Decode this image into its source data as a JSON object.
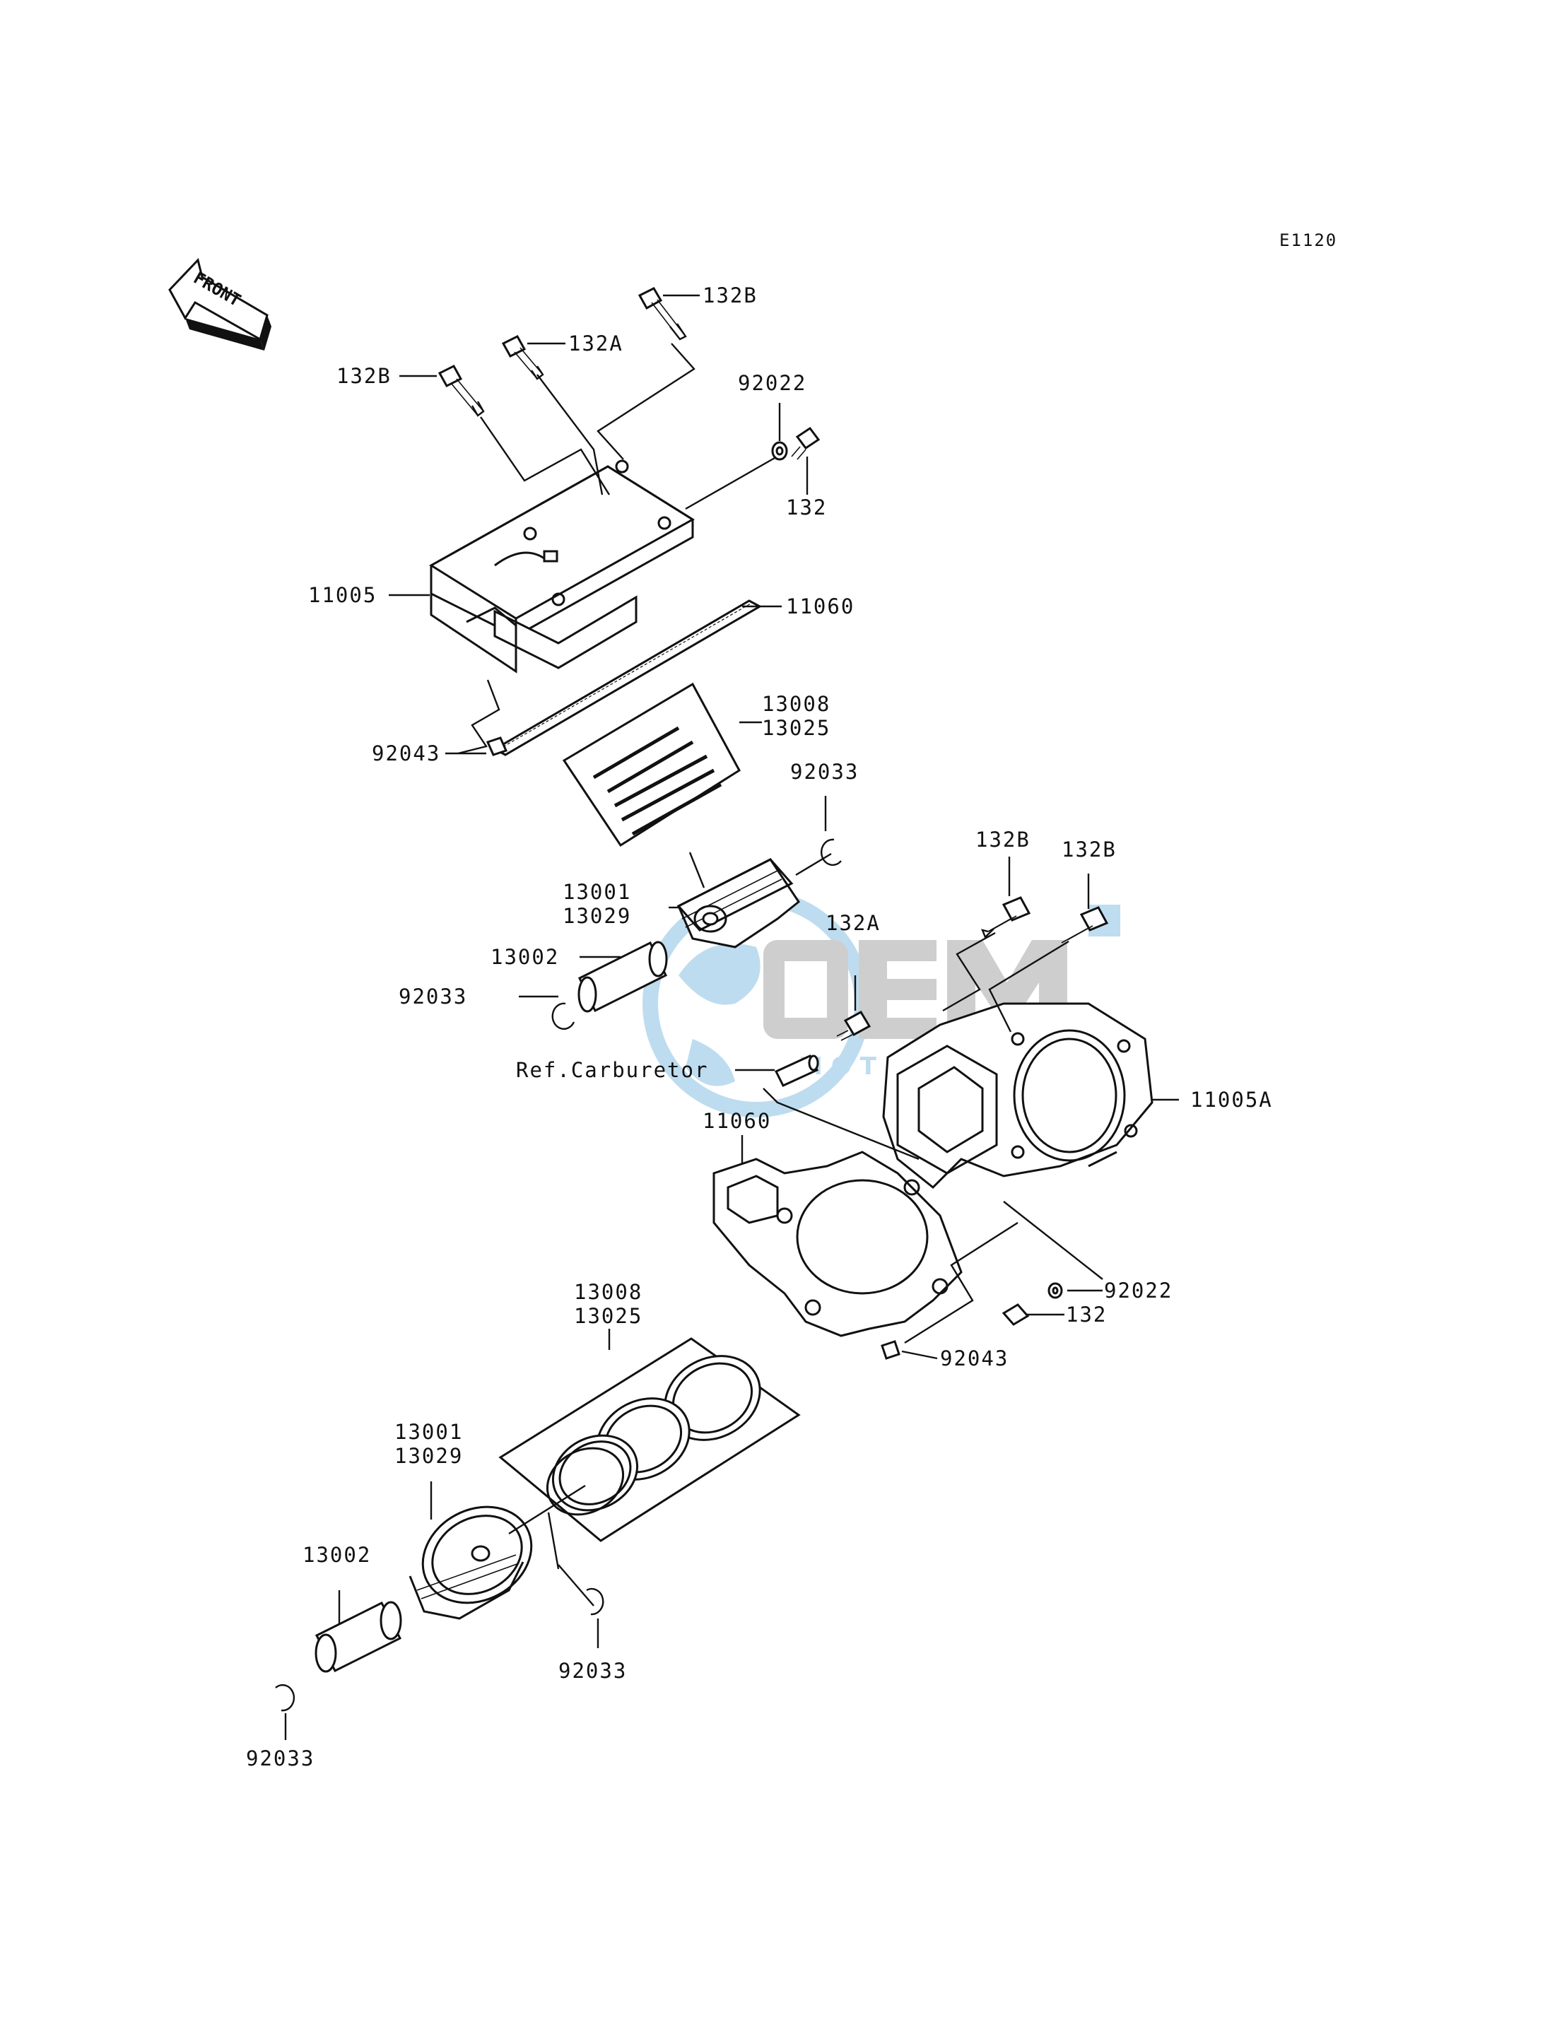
{
  "diagram_code": "E1120",
  "front_arrow_text": "FRONT",
  "watermark": {
    "brand": "OEM",
    "sub": "MOTORPARTS",
    "color_gray": "#c9c9c9",
    "color_blue": "#b7d9ee"
  },
  "labels": {
    "l132B_top": "132B",
    "l132A_top": "132A",
    "l132B_left": "132B",
    "l92022_top": "92022",
    "l132_top": "132",
    "l11005": "11005",
    "l11060_top": "11060",
    "l13008_top": "13008",
    "l13025_top": "13025",
    "l92043_top": "92043",
    "l92033_upper_right": "92033",
    "l13001_top": "13001",
    "l13029_top": "13029",
    "l13002_top": "13002",
    "l92033_upper_left": "92033",
    "l132B_mid1": "132B",
    "l132B_mid2": "132B",
    "l132A_mid": "132A",
    "ref_carburetor": "Ref.Carburetor",
    "l11060_mid": "11060",
    "l11005A": "11005A",
    "l92022_low": "92022",
    "l132_low": "132",
    "l92043_low": "92043",
    "l13008_low": "13008",
    "l13025_low": "13025",
    "l13001_low": "13001",
    "l13029_low": "13029",
    "l13002_low": "13002",
    "l92033_low_mid": "92033",
    "l92033_low_left": "92033"
  }
}
